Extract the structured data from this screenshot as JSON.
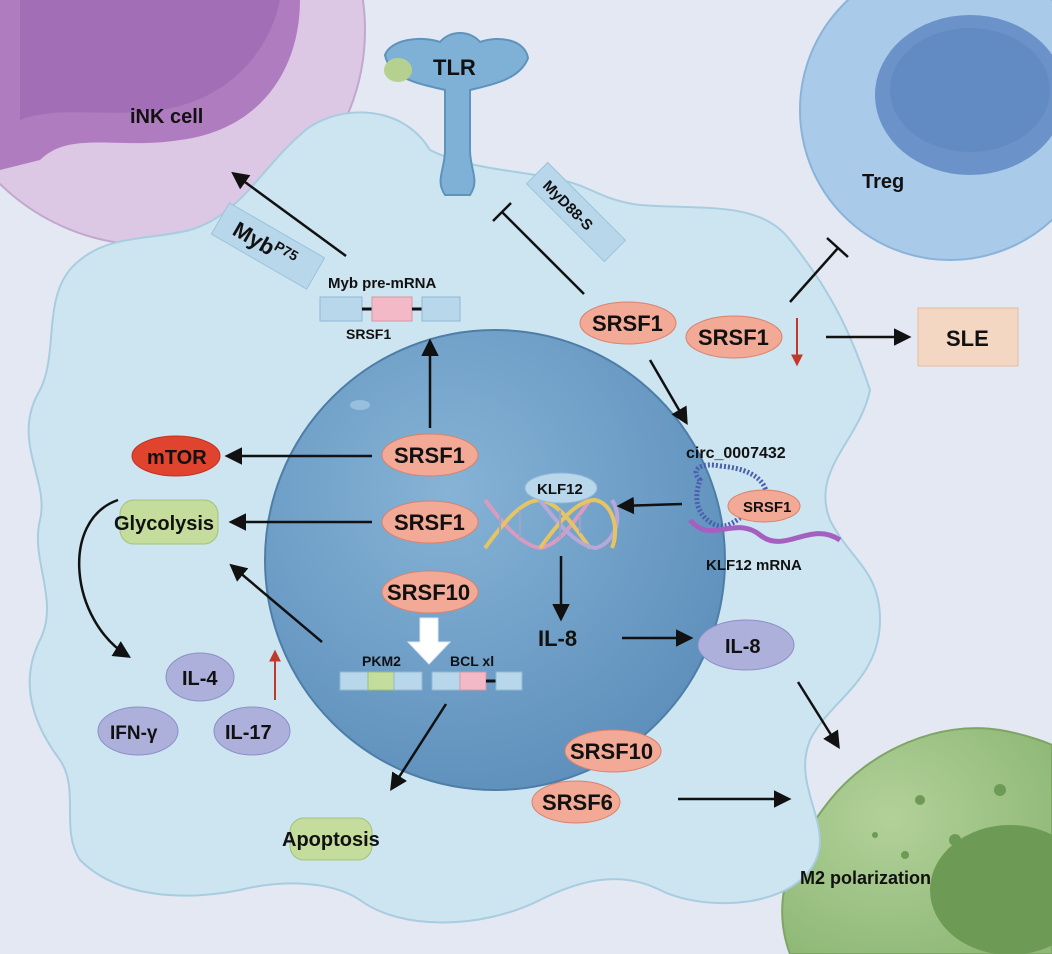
{
  "labels": {
    "ink_cell": "iNK cell",
    "tlr": "TLR",
    "treg": "Treg",
    "mybp75_main": "Myb",
    "mybp75_sup": "P75",
    "myd88s": "MyD88-S",
    "myb_pre_mrna": "Myb pre-mRNA",
    "srsf1_small": "SRSF1",
    "srsf1": "SRSF1",
    "srsf10": "SRSF10",
    "srsf6": "SRSF6",
    "sle": "SLE",
    "mtor": "mTOR",
    "glycolysis": "Glycolysis",
    "circ": "circ_0007432",
    "klf12": "KLF12",
    "klf12_mrna": "KLF12 mRNA",
    "il8": "IL-8",
    "il4": "IL-4",
    "ifng": "IFN-γ",
    "il17": "IL-17",
    "pkm2": "PKM2",
    "bclxl": "BCL xl",
    "apoptosis": "Apoptosis",
    "m2": "M2 polarization"
  },
  "colors": {
    "background": "#e4e8f2",
    "cell_body": "#cde5f0",
    "nucleus": "#6f9fc7",
    "srsf_pill": "#f2a996",
    "mtor_pill": "#e0442e",
    "cytokine_pill": "#aeb0dc",
    "glyco_box": "#c4dc9c",
    "sle_box": "#f4d7c2",
    "ink_cell": "#c99ad3",
    "treg_cell": "#9dc3e6",
    "m2_cell": "#9cc182",
    "up_down_arrow": "#c0392b"
  },
  "icons": [
    "up-arrow-icon",
    "down-arrow-icon",
    "dna-icon",
    "receptor-icon"
  ]
}
